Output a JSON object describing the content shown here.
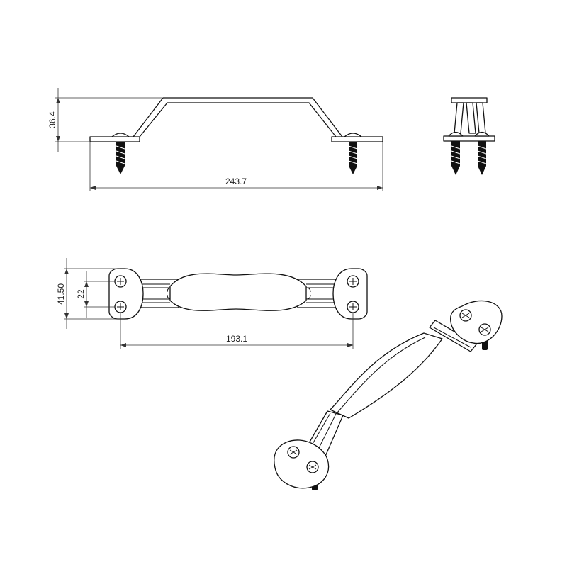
{
  "dimensions": {
    "height": "36.4",
    "overall_length": "243.7",
    "base_width": "41.50",
    "hole_pitch_vertical": "22",
    "hole_spacing": "193.1"
  },
  "views": [
    "side-view",
    "end-view",
    "top-view",
    "isometric-view"
  ],
  "colors": {
    "line": "#111111",
    "background": "#ffffff"
  }
}
